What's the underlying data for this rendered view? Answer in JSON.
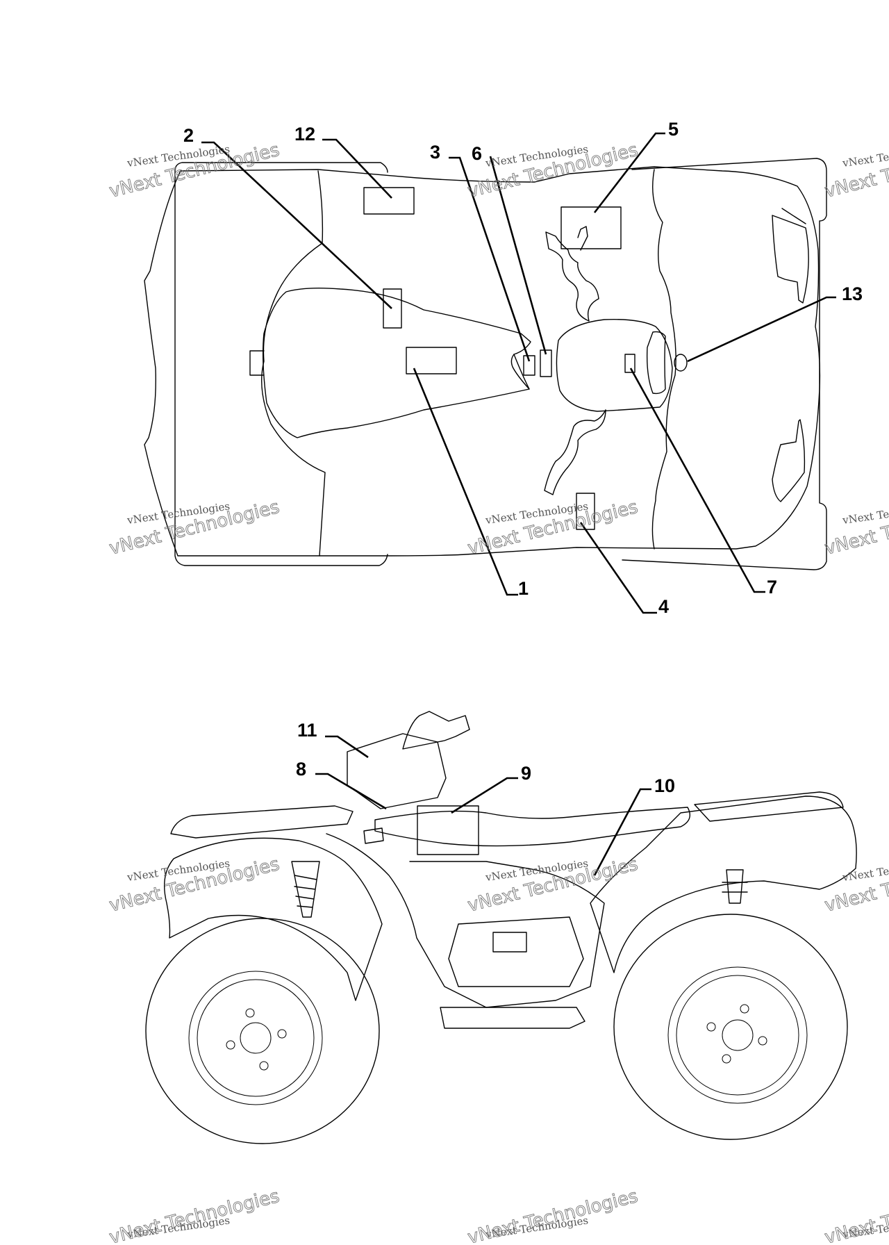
{
  "watermark": {
    "text": "vNext Technologies"
  },
  "top_view": {
    "callouts": [
      {
        "id": "c2",
        "label": "2"
      },
      {
        "id": "c12",
        "label": "12"
      },
      {
        "id": "c3",
        "label": "3"
      },
      {
        "id": "c6",
        "label": "6"
      },
      {
        "id": "c5",
        "label": "5"
      },
      {
        "id": "c13",
        "label": "13"
      },
      {
        "id": "c1",
        "label": "1"
      },
      {
        "id": "c4",
        "label": "4"
      },
      {
        "id": "c7",
        "label": "7"
      }
    ]
  },
  "side_view": {
    "callouts": [
      {
        "id": "c11",
        "label": "11"
      },
      {
        "id": "c8",
        "label": "8"
      },
      {
        "id": "c9",
        "label": "9"
      },
      {
        "id": "c10",
        "label": "10"
      }
    ]
  }
}
